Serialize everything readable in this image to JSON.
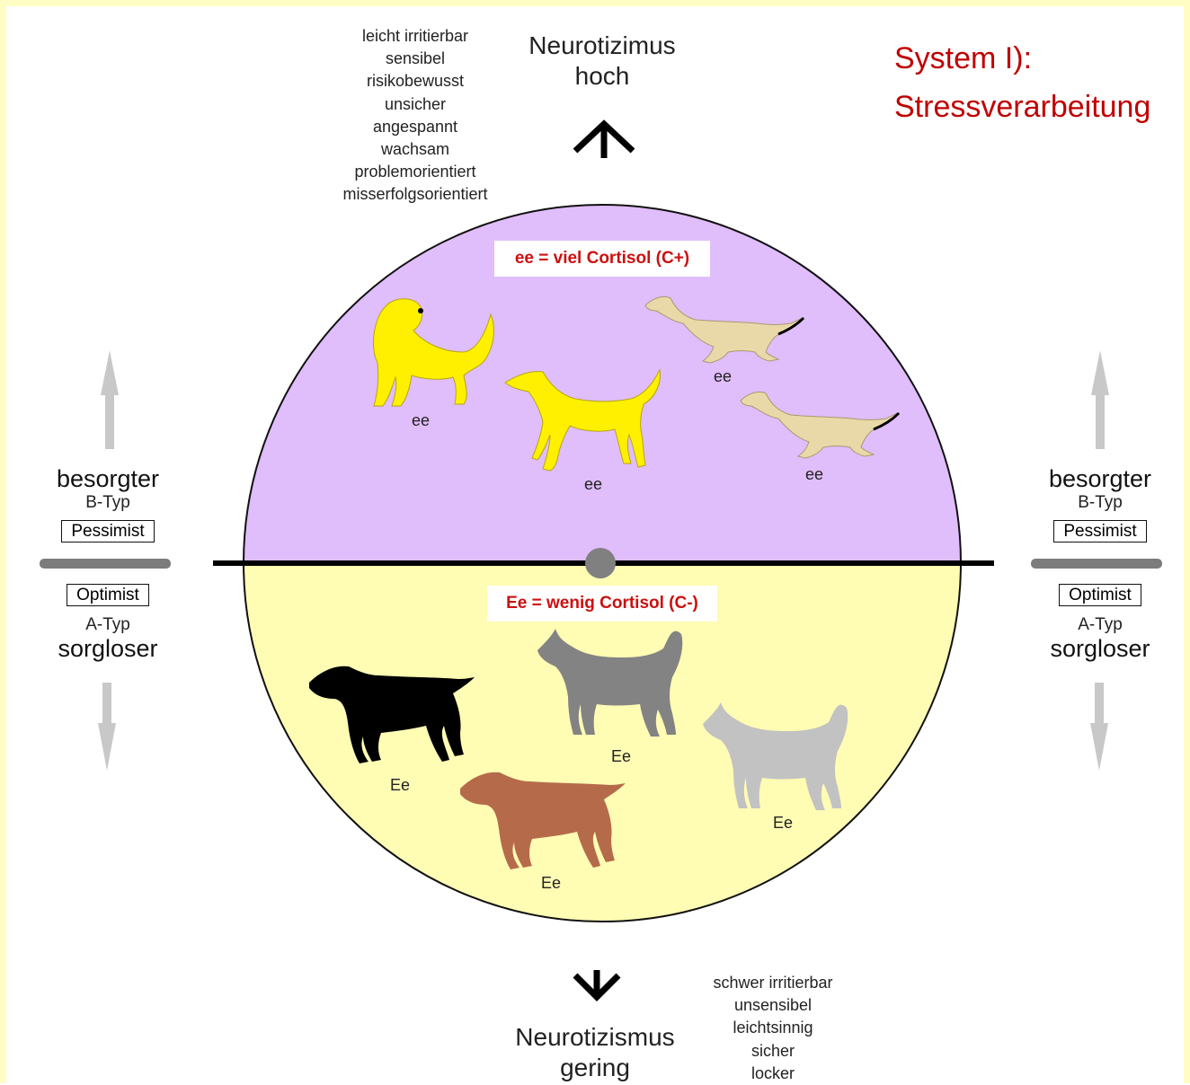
{
  "system_title": [
    "System I):",
    "Stressverarbeitung"
  ],
  "top": {
    "axis_label": [
      "Neurotizimus",
      "hoch"
    ],
    "traits": [
      "leicht irritierbar",
      "sensibel",
      "risikobewusst",
      "unsicher",
      "angespannt",
      "wachsam",
      "problemorientiert",
      "misserfolgsorientiert"
    ],
    "arrow_icon": "arrow-up-icon"
  },
  "bottom": {
    "axis_label": [
      "Neurotizismus",
      "gering"
    ],
    "traits": [
      "schwer irritierbar",
      "unsensibel",
      "leichtsinnig",
      "sicher",
      "locker"
    ],
    "arrow_icon": "arrow-down-icon"
  },
  "upper_half": {
    "label": "ee = viel Cortisol (C+)",
    "fill": "#e0bdfb",
    "dogs": [
      {
        "genotype": "ee",
        "color": "#fff000",
        "kind": "retriever"
      },
      {
        "genotype": "ee",
        "color": "#fff000",
        "kind": "greyhound"
      },
      {
        "genotype": "ee",
        "color": "#ead9a8",
        "kind": "dachshund"
      },
      {
        "genotype": "ee",
        "color": "#ead9a8",
        "kind": "dachshund"
      }
    ]
  },
  "lower_half": {
    "label": "Ee = wenig Cortisol (C-)",
    "fill": "#fffcb4",
    "dogs": [
      {
        "genotype": "Ee",
        "color": "#000000",
        "kind": "pointer"
      },
      {
        "genotype": "Ee",
        "color": "#838383",
        "kind": "shepherd"
      },
      {
        "genotype": "Ee",
        "color": "#b56b4a",
        "kind": "pointer"
      },
      {
        "genotype": "Ee",
        "color": "#c2c2c2",
        "kind": "shepherd"
      }
    ]
  },
  "sides": {
    "upper_big": "besorgter",
    "upper_type": "B-Typ",
    "upper_box": "Pessimist",
    "lower_box": "Optimist",
    "lower_type": "A-Typ",
    "lower_big": "sorgloser"
  },
  "colors": {
    "title_red": "#c00000",
    "label_red": "#cc1010",
    "side_arrows": "#c8c8c8",
    "center_dot": "#808080",
    "frame": "#fffdc4"
  }
}
